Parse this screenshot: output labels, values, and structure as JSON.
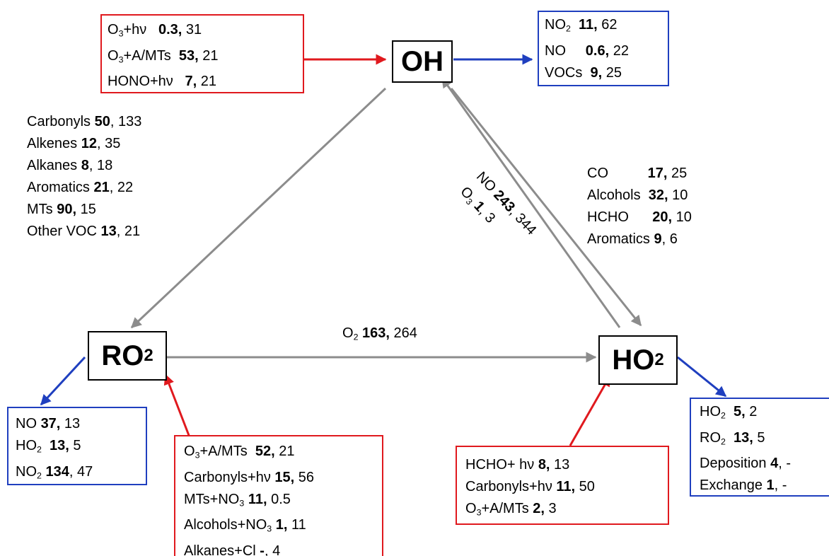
{
  "nodes": {
    "oh": {
      "main": "OH",
      "sub": ""
    },
    "ro2": {
      "main": "RO",
      "sub": "2"
    },
    "ho2": {
      "main": "HO",
      "sub": "2"
    }
  },
  "oh_sources": [
    {
      "pre": "O",
      "sub": "3",
      "post": "+hν",
      "bold": "0.3,",
      "rest": " 31",
      "gap": "   "
    },
    {
      "pre": "O",
      "sub": "3",
      "post": "+A/MTs",
      "bold": "53,",
      "rest": " 21",
      "gap": "  "
    },
    {
      "pre": "HONO+hν",
      "sub": "",
      "post": "",
      "bold": "7,",
      "rest": " 21",
      "gap": "   "
    }
  ],
  "oh_sinks": [
    {
      "pre": "NO",
      "sub": "2",
      "post": "",
      "bold": "11,",
      "rest": " 62",
      "gap": "  "
    },
    {
      "pre": "NO",
      "sub": "",
      "post": "",
      "bold": "0.6,",
      "rest": " 22",
      "gap": "     "
    },
    {
      "pre": "VOCs",
      "sub": "",
      "post": "",
      "bold": "9,",
      "rest": " 25",
      "gap": "  "
    }
  ],
  "oh_to_ro2": [
    {
      "pre": "Carbonyls",
      "sub": "",
      "post": "",
      "bold": "50",
      "rest": ", 133",
      "gap": " "
    },
    {
      "pre": "Alkenes",
      "sub": "",
      "post": "",
      "bold": "12",
      "rest": ", 35",
      "gap": " "
    },
    {
      "pre": "Alkanes",
      "sub": "",
      "post": "",
      "bold": "8",
      "rest": ", 18",
      "gap": " "
    },
    {
      "pre": "Aromatics",
      "sub": "",
      "post": "",
      "bold": "21",
      "rest": ", 22",
      "gap": " "
    },
    {
      "pre": "MTs",
      "sub": "",
      "post": "",
      "bold": "90,",
      "rest": " 15",
      "gap": " "
    },
    {
      "pre": "Other VOC",
      "sub": "",
      "post": "",
      "bold": "13",
      "rest": ", 21",
      "gap": " "
    }
  ],
  "oh_to_ho2": [
    {
      "pre": "CO",
      "sub": "",
      "post": "",
      "bold": "17,",
      "rest": " 25",
      "gap": "          "
    },
    {
      "pre": "Alcohols",
      "sub": "",
      "post": "",
      "bold": "32,",
      "rest": " 10",
      "gap": "  "
    },
    {
      "pre": "HCHO",
      "sub": "",
      "post": "",
      "bold": "20,",
      "rest": " 10",
      "gap": "      "
    },
    {
      "pre": "Aromatics",
      "sub": "",
      "post": "",
      "bold": "9",
      "rest": ", 6",
      "gap": " "
    }
  ],
  "ho2_to_oh": [
    {
      "pre": "NO",
      "sub": "",
      "post": "",
      "bold": "243",
      "rest": ", 344",
      "gap": " "
    },
    {
      "pre": "O",
      "sub": "3",
      "post": "",
      "bold": "1",
      "rest": ", 3",
      "gap": " "
    }
  ],
  "ro2_to_ho2": {
    "pre": "O",
    "sub": "2",
    "post": "",
    "bold": "163,",
    "rest": " 264",
    "gap": " "
  },
  "ro2_sinks": [
    {
      "pre": "NO",
      "sub": "",
      "post": "",
      "bold": "37,",
      "rest": " 13",
      "gap": " "
    },
    {
      "pre": "HO",
      "sub": "2",
      "post": "",
      "bold": "13,",
      "rest": " 5",
      "gap": "  "
    },
    {
      "pre": "NO",
      "sub": "2",
      "post": "",
      "bold": "134",
      "rest": ", 47",
      "gap": " "
    }
  ],
  "ro2_sources": [
    {
      "pre": "O",
      "sub": "3",
      "post": "+A/MTs",
      "bold": "52,",
      "rest": " 21",
      "gap": "  "
    },
    {
      "pre": "Carbonyls+hν",
      "sub": "",
      "post": "",
      "bold": "15,",
      "rest": " 56",
      "gap": " "
    },
    {
      "pre": "MTs+NO",
      "sub": "3",
      "post": "",
      "bold": "11,",
      "rest": " 0.5",
      "gap": " "
    },
    {
      "pre": "Alcohols+NO",
      "sub": "3",
      "post": "",
      "bold": "1,",
      "rest": " 11",
      "gap": " "
    },
    {
      "pre": "Alkanes+Cl",
      "sub": "",
      "post": "",
      "bold": "-",
      "rest": ", 4",
      "gap": " "
    }
  ],
  "ho2_sources": [
    {
      "pre": "HCHO+ hν",
      "sub": "",
      "post": "",
      "bold": "8,",
      "rest": " 13",
      "gap": " "
    },
    {
      "pre": "Carbonyls+hν",
      "sub": "",
      "post": "",
      "bold": "11,",
      "rest": " 50",
      "gap": " "
    },
    {
      "pre": "O",
      "sub": "3",
      "post": "+A/MTs",
      "bold": "2,",
      "rest": " 3",
      "gap": " "
    }
  ],
  "ho2_sinks": [
    {
      "pre": "HO",
      "sub": "2",
      "post": "",
      "bold": "5,",
      "rest": " 2",
      "gap": "  "
    },
    {
      "pre": "RO",
      "sub": "2",
      "post": "",
      "bold": "13,",
      "rest": " 5",
      "gap": "  "
    },
    {
      "pre": "Deposition",
      "sub": "",
      "post": "",
      "bold": "4",
      "rest": ", -",
      "gap": " "
    },
    {
      "pre": "Exchange",
      "sub": "",
      "post": "",
      "bold": "1",
      "rest": ", -",
      "gap": " "
    }
  ],
  "colors": {
    "source": "#e0191e",
    "sink": "#1f3fbf",
    "conversion": "#8c8c8c",
    "node_border": "#000000"
  }
}
